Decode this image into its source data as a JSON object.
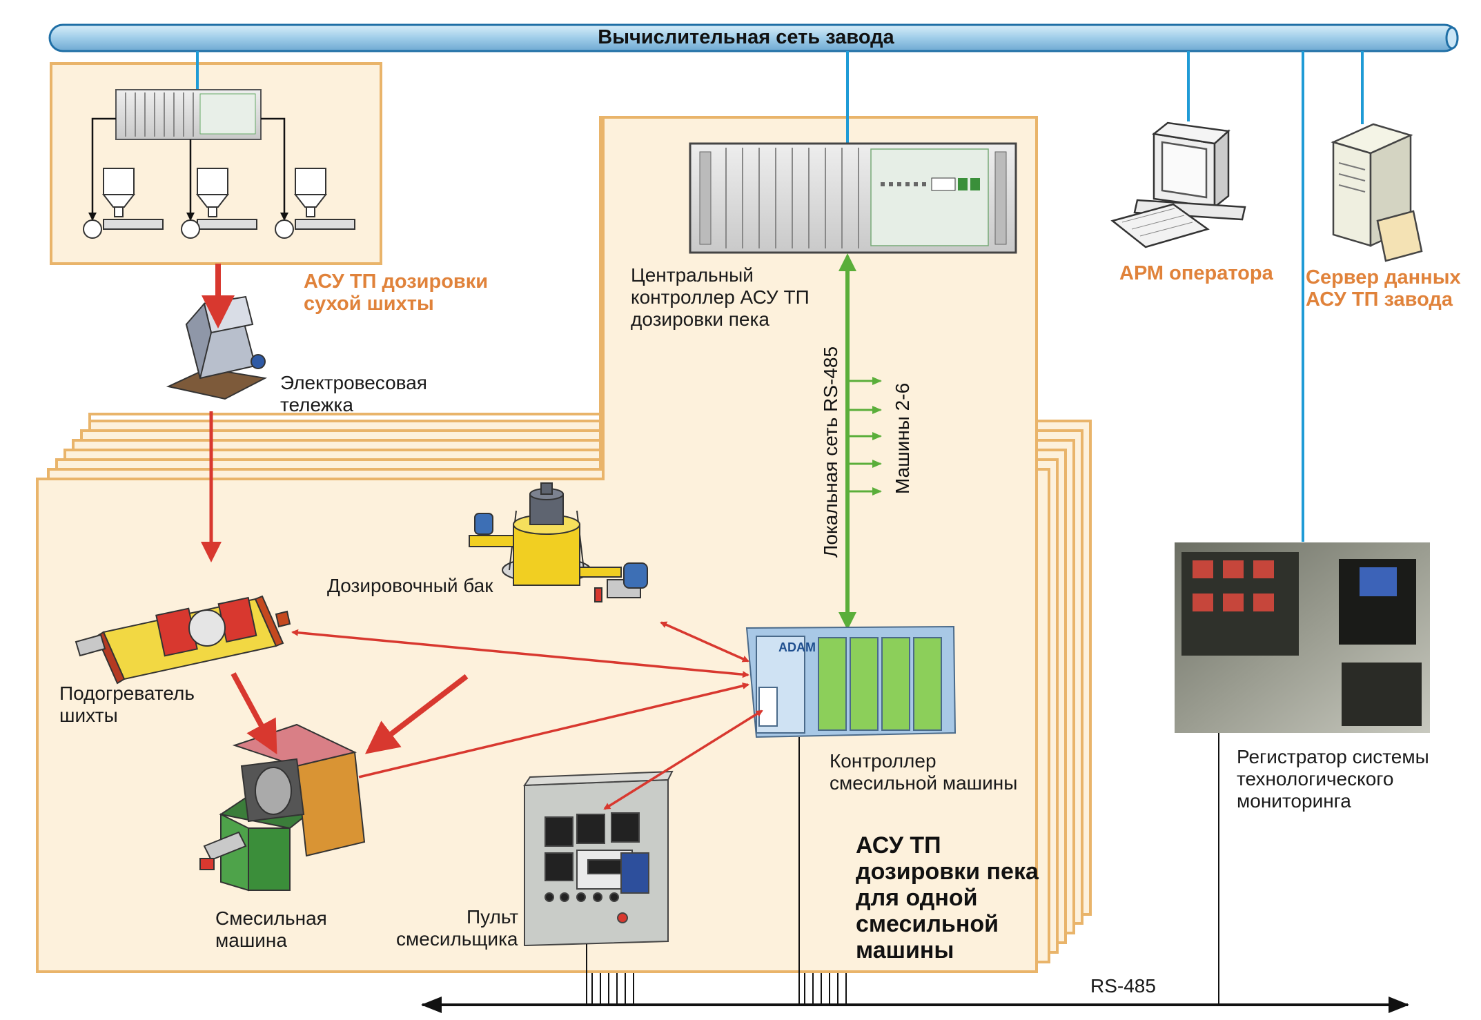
{
  "network": {
    "title": "Вычислительная сеть завода"
  },
  "labels": {
    "dry_batch": [
      "АСУ ТП дозировки",
      "сухой шихты"
    ],
    "trolley": [
      "Электровесовая",
      "тележка"
    ],
    "central_controller": [
      "Центральный",
      "контроллер АСУ ТП",
      "дозировки пека"
    ],
    "workstation": "АРМ оператора",
    "server": [
      "Сервер данных",
      "АСУ ТП завода"
    ],
    "local_net": "Локальная сеть RS-485",
    "machines": "Машины 2-6",
    "dosing_tank": "Дозировочный бак",
    "heater": [
      "Подогреватель",
      "шихты"
    ],
    "mixer_controller": [
      "Контроллер",
      "смесильной машины"
    ],
    "mixer": [
      "Смесильная",
      "машина"
    ],
    "panel": [
      "Пульт",
      "смесильщика"
    ],
    "system_title": [
      "АСУ ТП",
      "дозировки пека",
      "для одной",
      "смесильной",
      "машины"
    ],
    "recorder": [
      "Регистратор системы",
      "технологического",
      "мониторинга"
    ],
    "bus": "RS-485"
  },
  "device_text": {
    "adam": "ADAM"
  },
  "colors": {
    "panel_border": "#e9b46a",
    "panel_fill": "#fdf1dc",
    "net_pipe": "#a9d2ec",
    "link_blue": "#1f9bd6",
    "arrow_red": "#d8382f",
    "arrow_green": "#5aae3a",
    "orange_text": "#e0823a"
  }
}
